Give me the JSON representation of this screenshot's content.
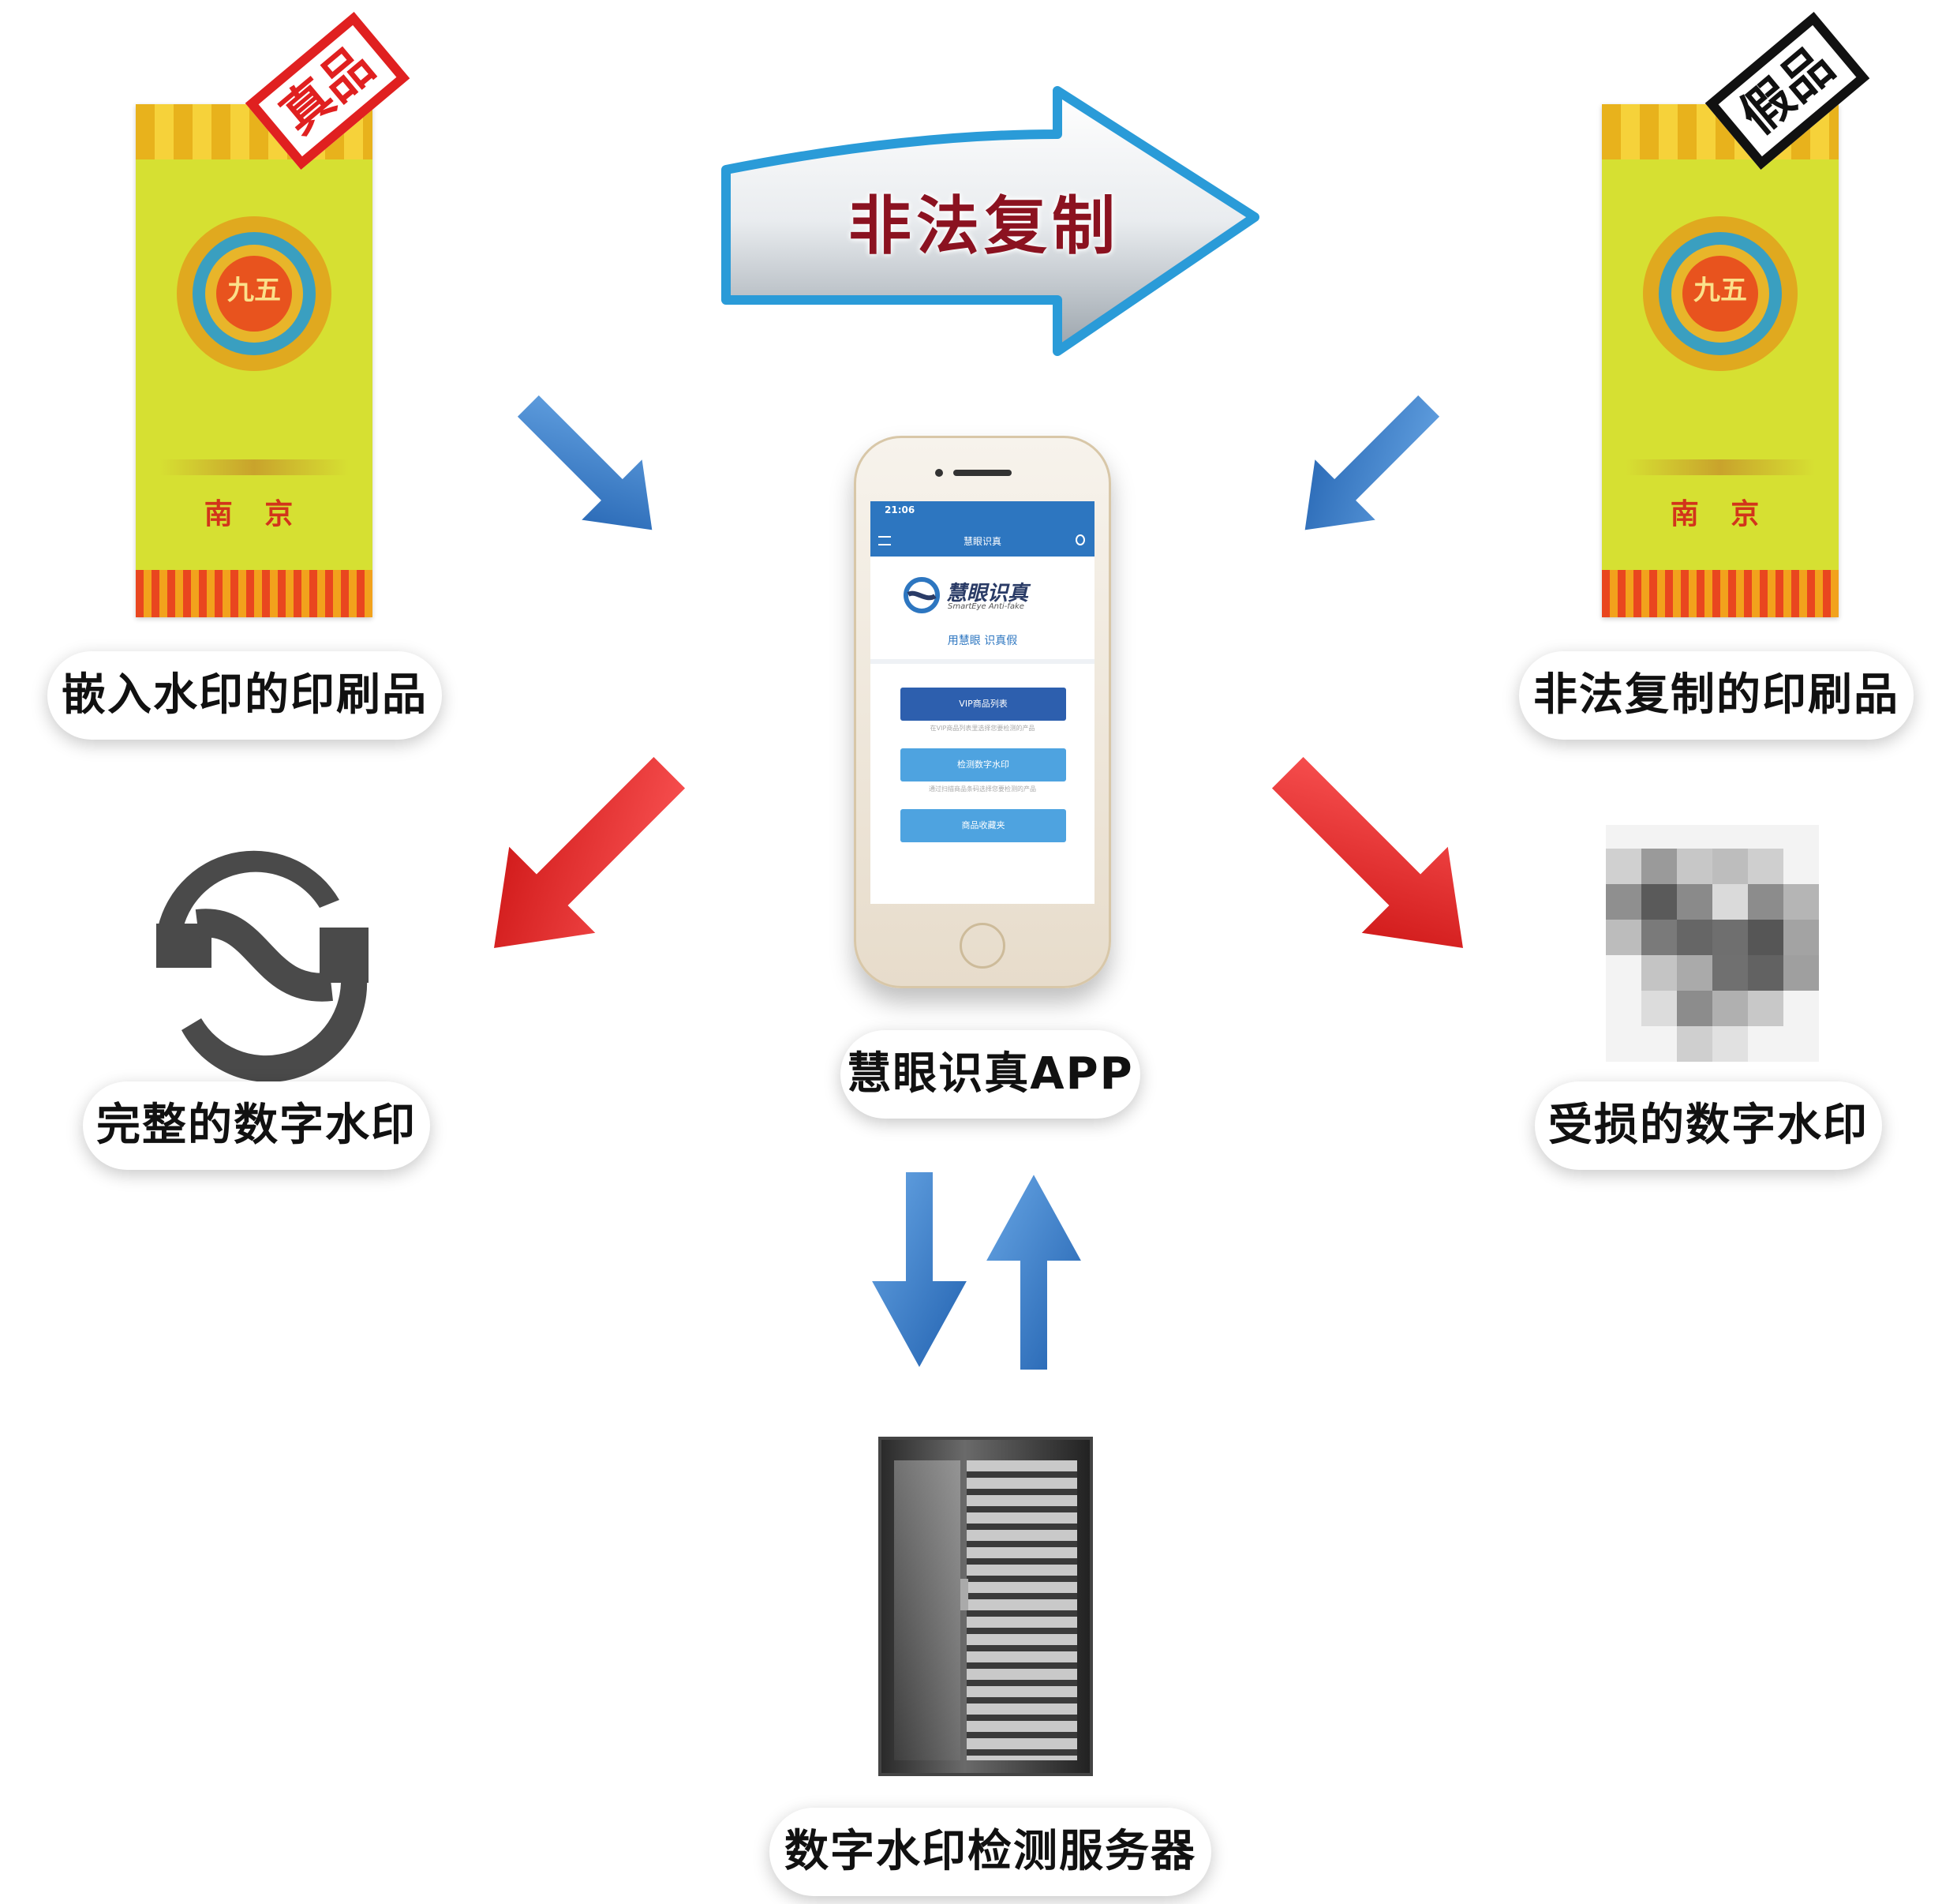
{
  "labels": {
    "original_print": "嵌入水印的印刷品",
    "copied_print": "非法复制的印刷品",
    "intact_watermark": "完整的数字水印",
    "damaged_watermark": "受损的数字水印",
    "app": "慧眼识真APP",
    "server": "数字水印检测服务器"
  },
  "stamps": {
    "genuine": "真品",
    "fake": "假品"
  },
  "copy_arrow": {
    "text": "非法复制"
  },
  "ticket": {
    "city": "南 京",
    "medal_text": "九五"
  },
  "phone": {
    "status_time": "21:06",
    "title": "慧眼识真",
    "brand": "慧眼识真",
    "brand_sub": "SmartEye Anti-fake",
    "slogan": "用慧眼 识真假",
    "buttons": [
      {
        "label": "VIP商品列表",
        "hint": "在VIP商品列表里选择您要检测的产品"
      },
      {
        "label": "检测数字水印",
        "hint": "通过扫描商品条码选择您要检测的产品"
      },
      {
        "label": "商品收藏夹",
        "hint": ""
      }
    ]
  },
  "colors": {
    "blue_arrow": "#2e73c4",
    "red_arrow": "#e01e1e",
    "copy_arrow_outline": "#2a9bd8",
    "copy_text": "#8b1220",
    "genuine_stamp": "#e02020",
    "fake_stamp": "#111111",
    "ticket_bg": "#d6e032"
  }
}
